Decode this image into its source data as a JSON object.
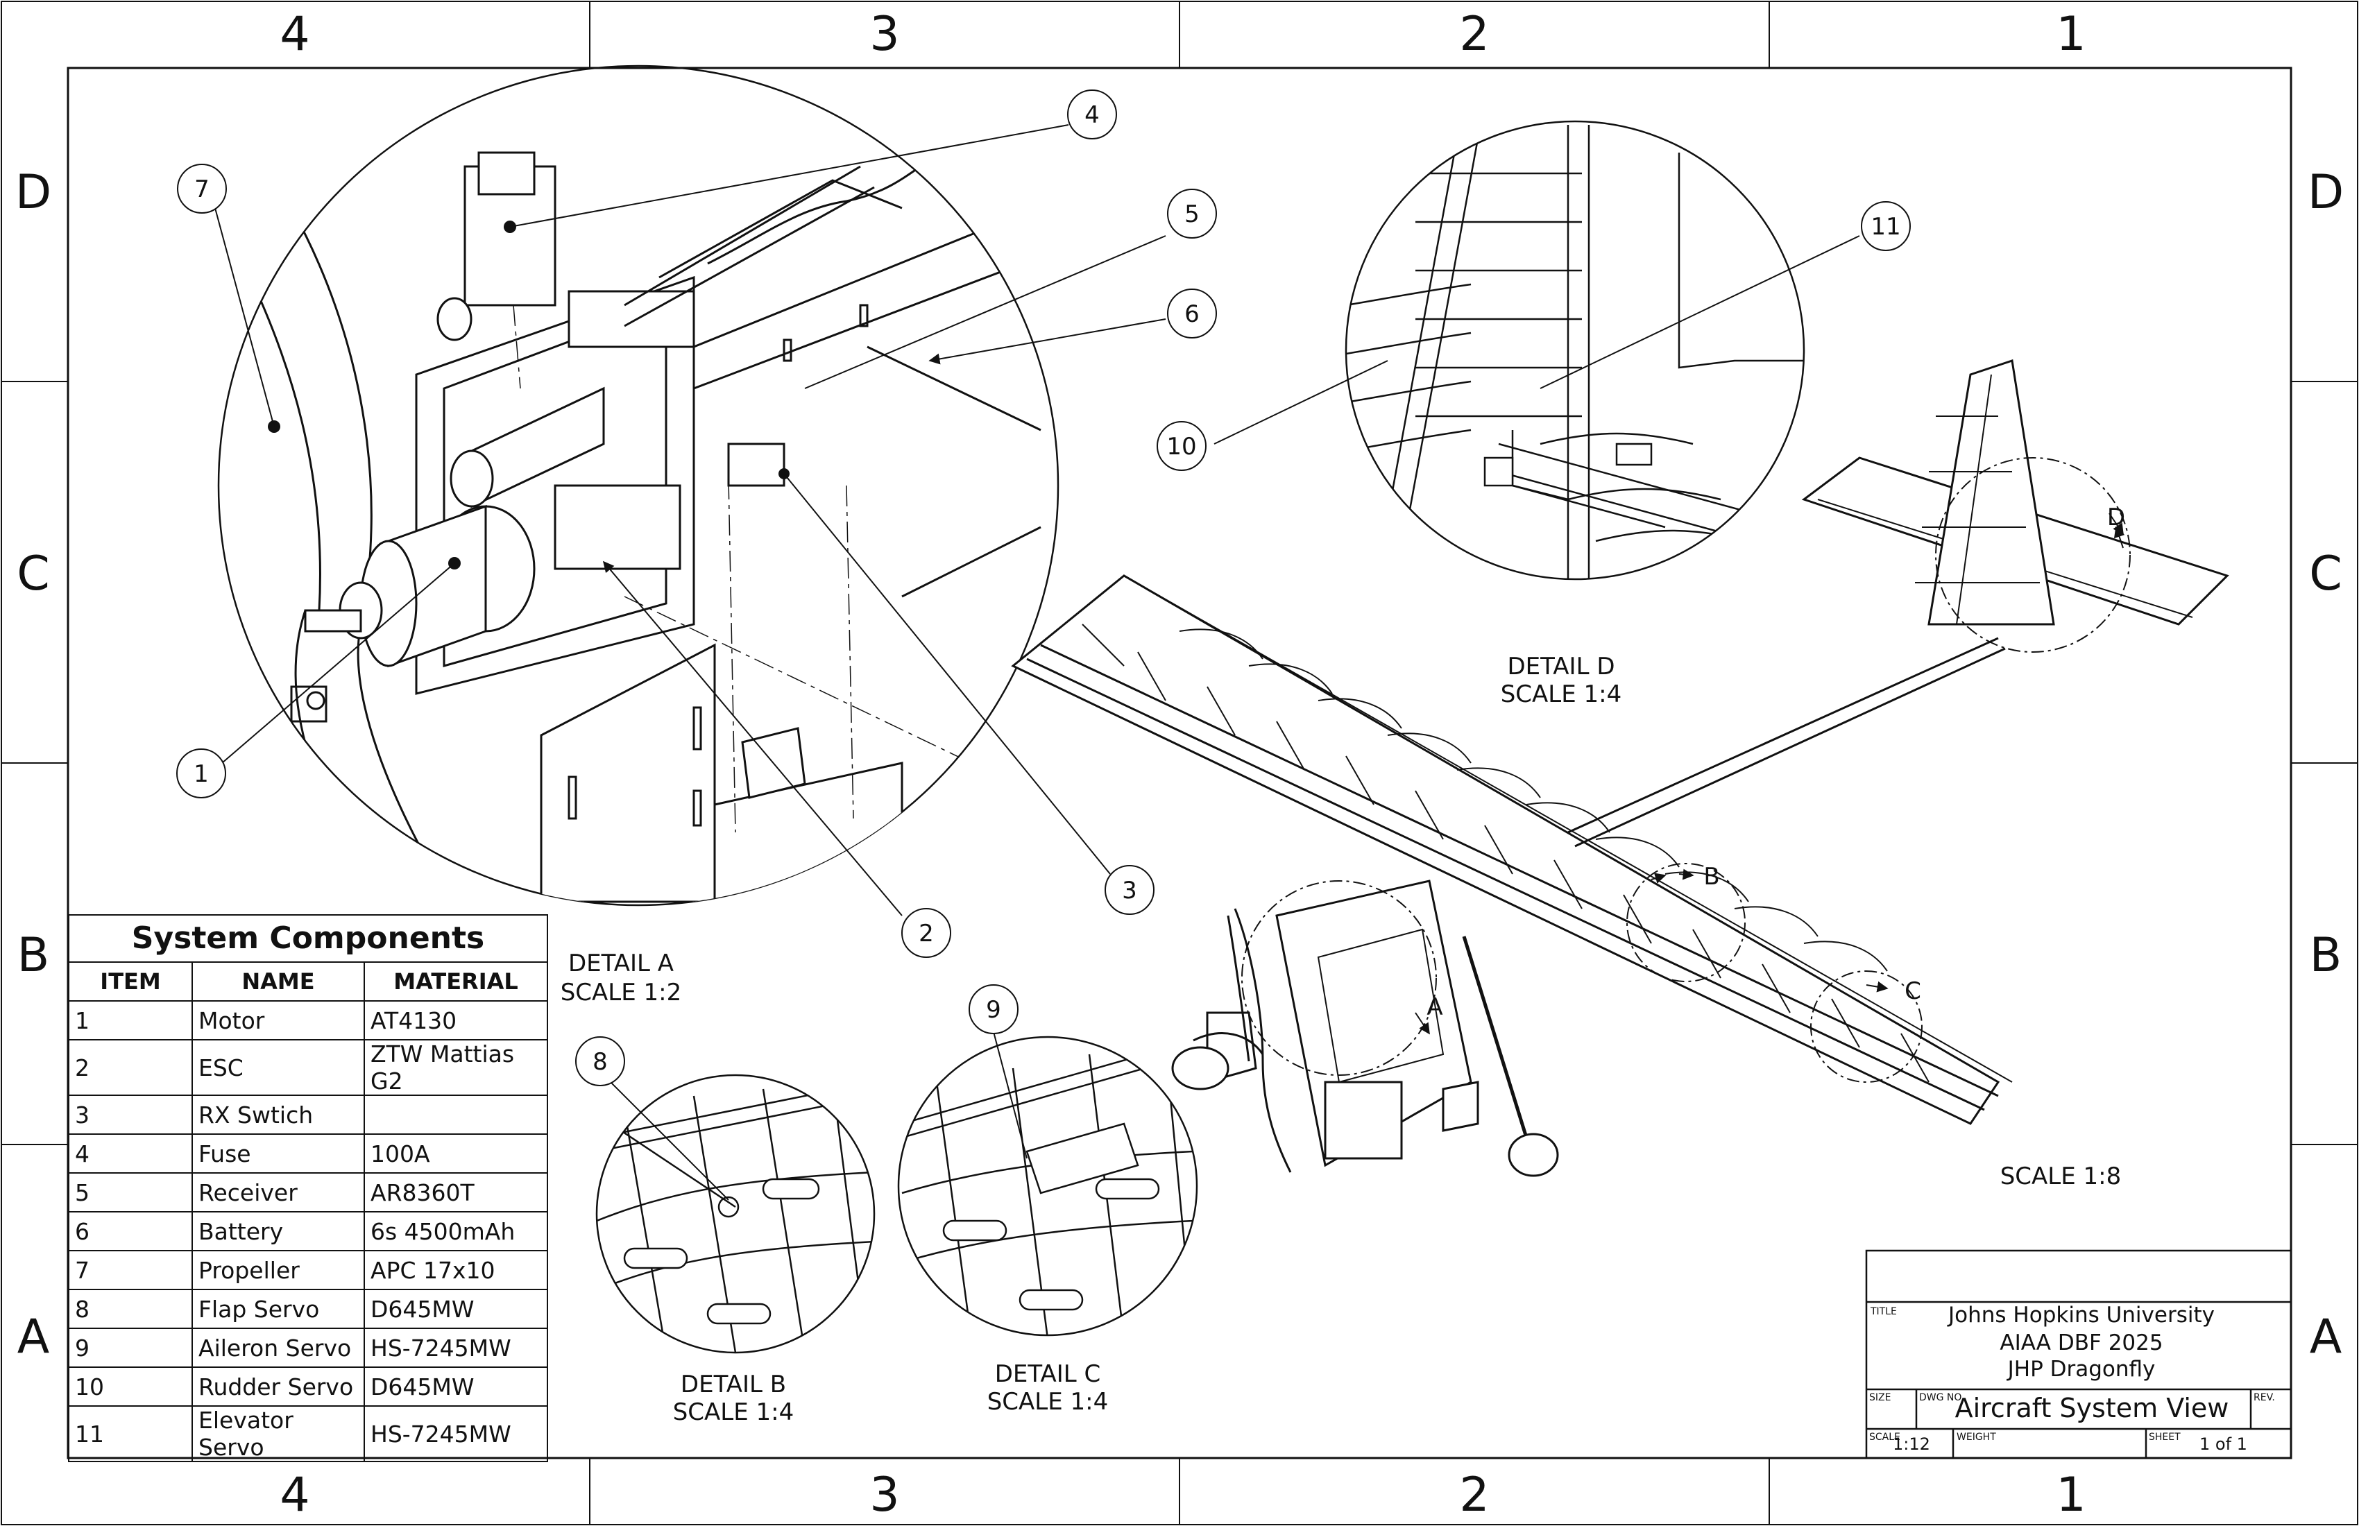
{
  "border_zones": {
    "columns": [
      "4",
      "3",
      "2",
      "1"
    ],
    "rows": [
      "D",
      "C",
      "B",
      "A"
    ]
  },
  "details": {
    "a": {
      "name": "DETAIL A",
      "scale": "SCALE 1:2"
    },
    "b": {
      "name": "DETAIL B",
      "scale": "SCALE 1:4"
    },
    "c": {
      "name": "DETAIL C",
      "scale": "SCALE 1:4"
    },
    "d": {
      "name": "DETAIL D",
      "scale": "SCALE 1:4"
    },
    "main_scale": "SCALE 1:8"
  },
  "view_markers": [
    "A",
    "B",
    "C",
    "D"
  ],
  "balloons": [
    "1",
    "2",
    "3",
    "4",
    "5",
    "6",
    "7",
    "8",
    "9",
    "10",
    "11"
  ],
  "bom": {
    "title": "System Components",
    "headers": [
      "ITEM",
      "NAME",
      "MATERIAL"
    ],
    "rows": [
      {
        "item": "1",
        "name": "Motor",
        "material": "AT4130"
      },
      {
        "item": "2",
        "name": "ESC",
        "material": "ZTW Mattias G2"
      },
      {
        "item": "3",
        "name": "RX Swtich",
        "material": ""
      },
      {
        "item": "4",
        "name": "Fuse",
        "material": "100A"
      },
      {
        "item": "5",
        "name": "Receiver",
        "material": "AR8360T"
      },
      {
        "item": "6",
        "name": "Battery",
        "material": "6s 4500mAh"
      },
      {
        "item": "7",
        "name": "Propeller",
        "material": "APC 17x10"
      },
      {
        "item": "8",
        "name": "Flap Servo",
        "material": "D645MW"
      },
      {
        "item": "9",
        "name": "Aileron Servo",
        "material": "HS-7245MW"
      },
      {
        "item": "10",
        "name": "Rudder Servo",
        "material": "D645MW"
      },
      {
        "item": "11",
        "name": "Elevator Servo",
        "material": "HS-7245MW"
      }
    ]
  },
  "title_block": {
    "title_label": "TITLE",
    "title_lines": [
      "Johns Hopkins University",
      "AIAA DBF 2025",
      "JHP Dragonfly"
    ],
    "size_label": "SIZE",
    "dwg_label": "DWG NO.",
    "dwg_name": "Aircraft System View",
    "rev_label": "REV.",
    "scale_label": "SCALE",
    "scale": "1:12",
    "weight_label": "WEIGHT",
    "sheet_label": "SHEET",
    "sheet": "1 of 1"
  }
}
